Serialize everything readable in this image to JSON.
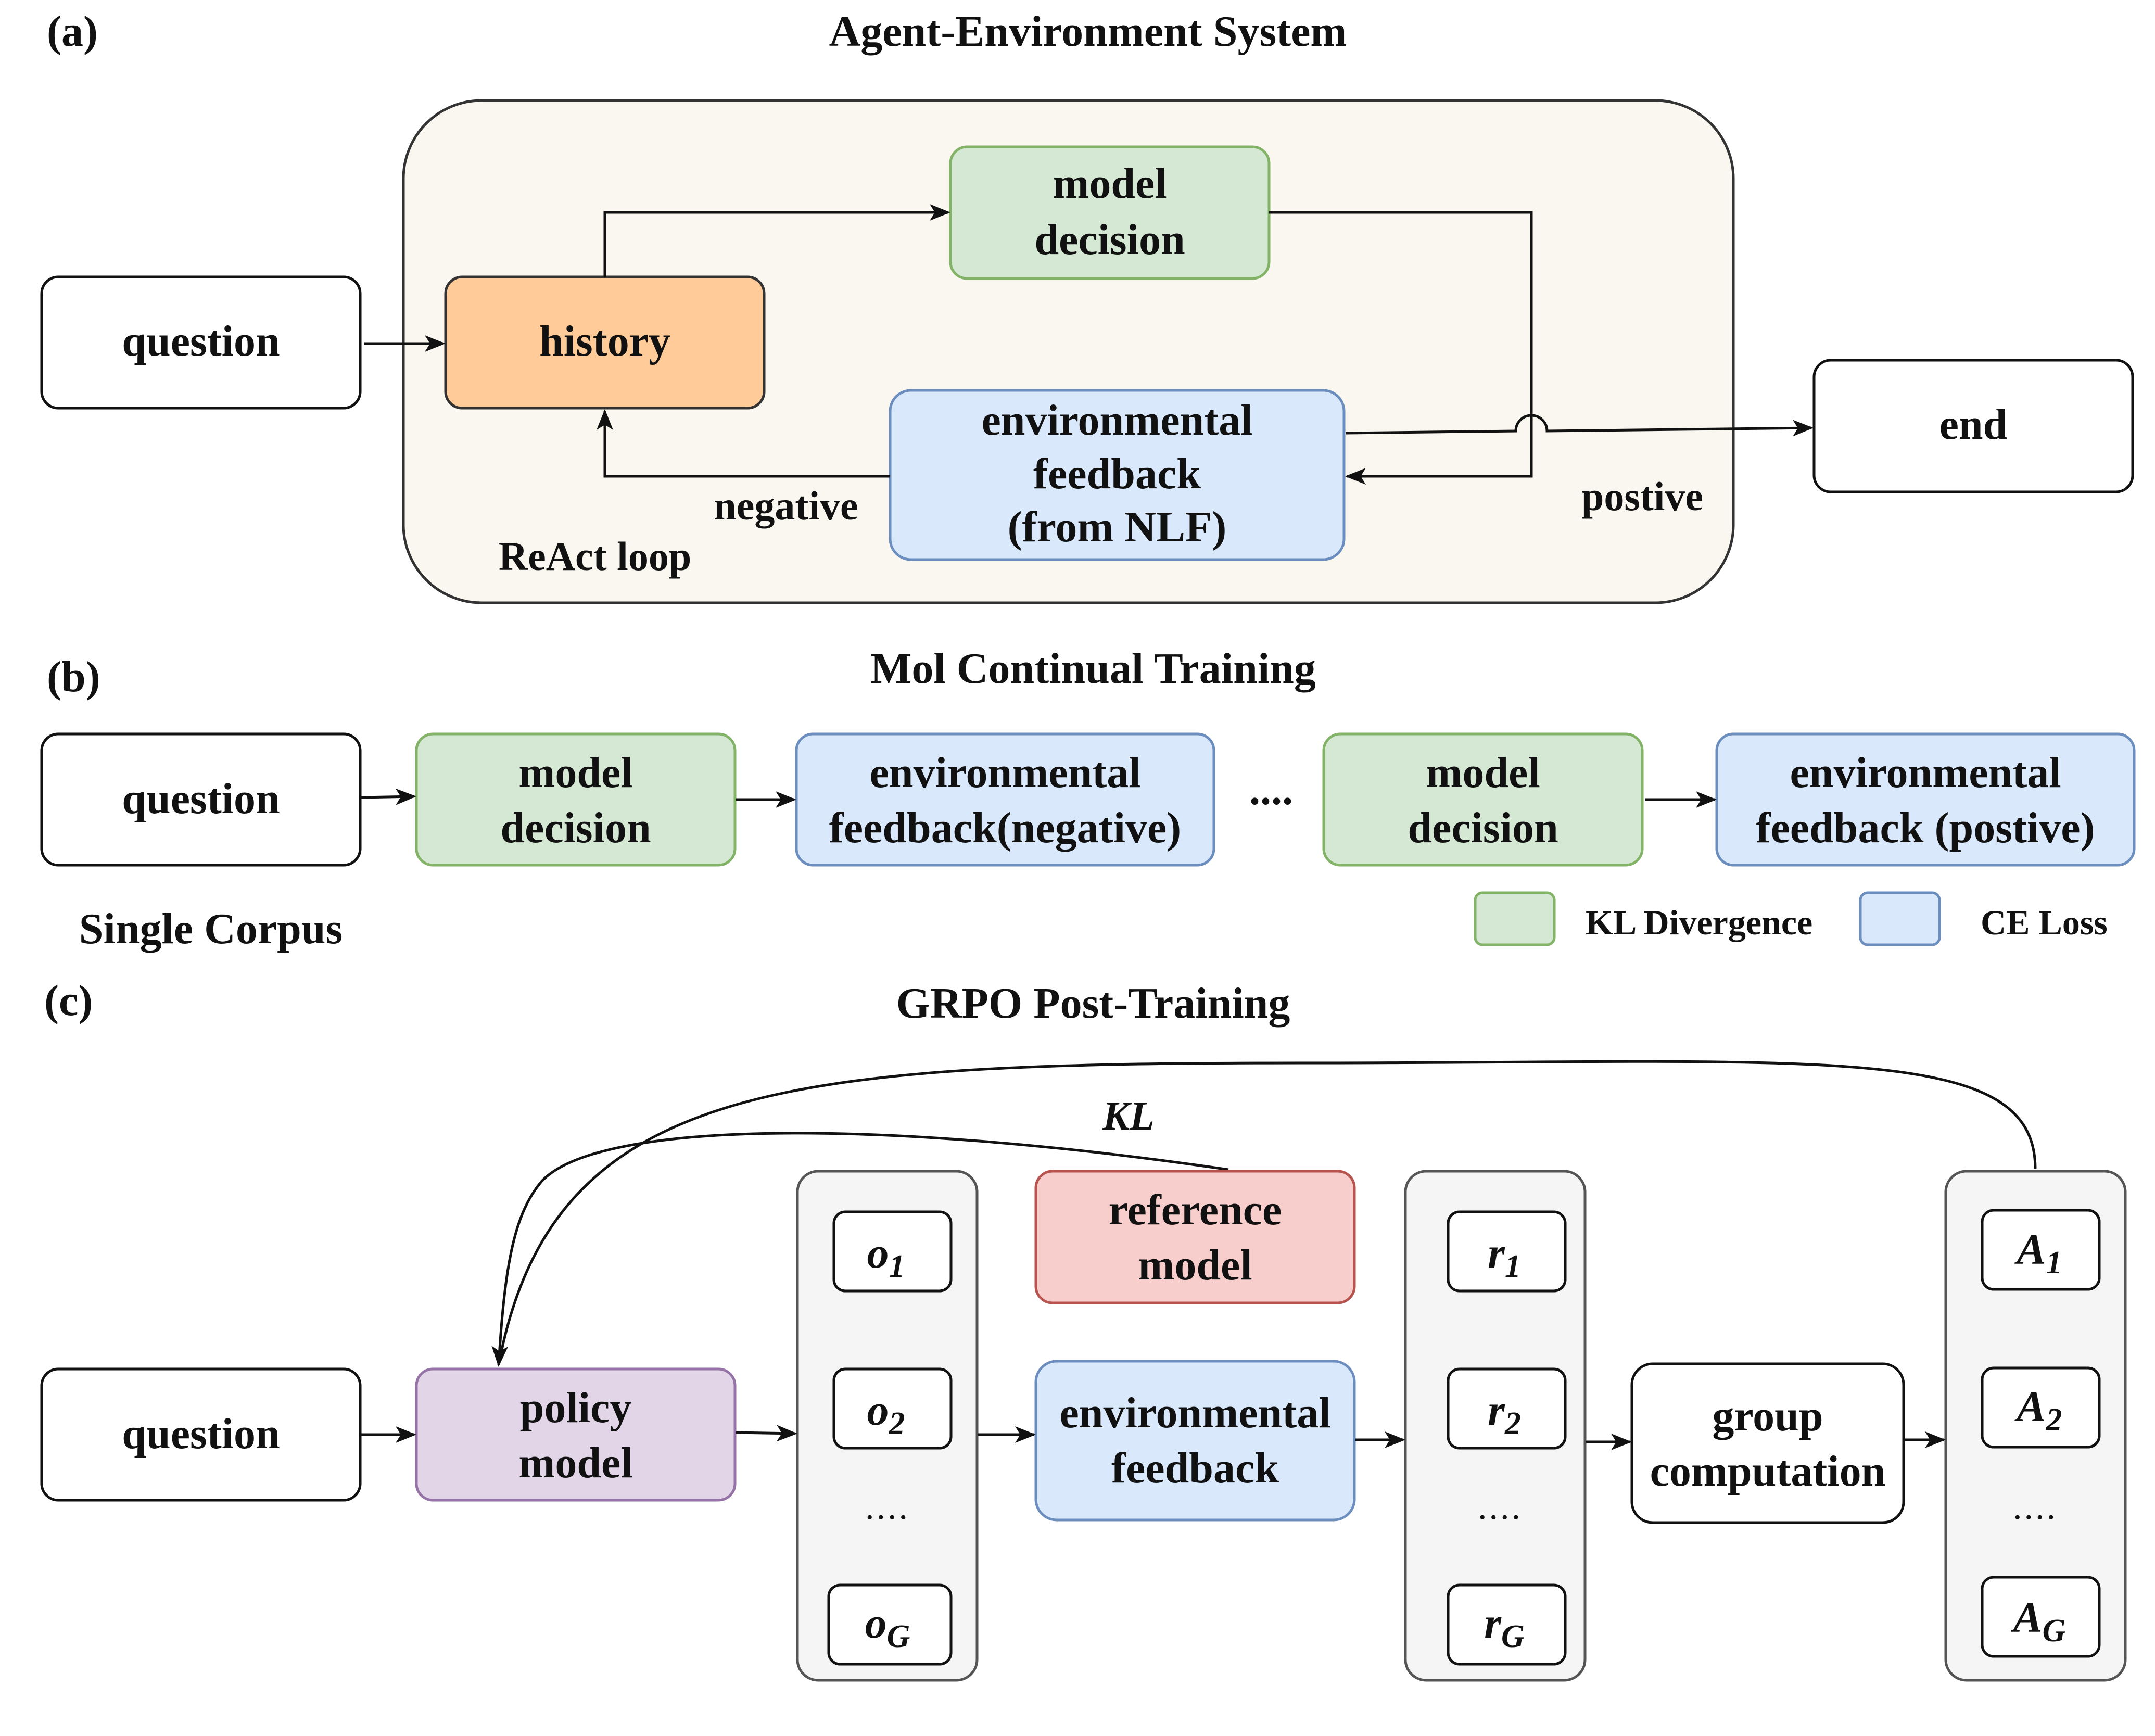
{
  "panel_a": {
    "label": "(a)",
    "title": "Agent-Environment System",
    "question": "question",
    "history": "history",
    "model_decision": [
      "model",
      "decision"
    ],
    "env_feedback": [
      "environmental",
      "feedback",
      "(from NLF)"
    ],
    "end": "end",
    "negative": "negative",
    "positive": "postive",
    "loop_label": "ReAct loop"
  },
  "panel_b": {
    "label": "(b)",
    "title": "Mol Continual Training",
    "question": "question",
    "model_decision_1": [
      "model",
      "decision"
    ],
    "env_feedback_neg": [
      "environmental",
      "feedback(negative)"
    ],
    "ellipsis": "....",
    "model_decision_2": [
      "model",
      "decision"
    ],
    "env_feedback_pos": [
      "environmental",
      "feedback (postive)"
    ],
    "corpus_label": "Single Corpus",
    "legend": [
      {
        "label": "KL Divergence",
        "color": "#d5e8d4"
      },
      {
        "label": "CE Loss",
        "color": "#dae8fc"
      }
    ]
  },
  "panel_c": {
    "label": "(c)",
    "title": "GRPO Post-Training",
    "kl": "KL",
    "question": "question",
    "policy_model": [
      "policy",
      "model"
    ],
    "reference_model": [
      "reference",
      "model"
    ],
    "env_feedback": [
      "environmental",
      "feedback"
    ],
    "group_computation": [
      "group",
      "computation"
    ],
    "ellipsis": "....",
    "outputs": [
      {
        "base": "o",
        "sub": "1"
      },
      {
        "base": "o",
        "sub": "2"
      },
      {
        "base": "o",
        "sub": "G"
      }
    ],
    "rewards": [
      {
        "base": "r",
        "sub": "1"
      },
      {
        "base": "r",
        "sub": "2"
      },
      {
        "base": "r",
        "sub": "G"
      }
    ],
    "advantages": [
      {
        "base": "A",
        "sub": "1"
      },
      {
        "base": "A",
        "sub": "2"
      },
      {
        "base": "A",
        "sub": "G"
      }
    ]
  },
  "colors": {
    "green": "#d5e8d4",
    "green_stroke": "#82b366",
    "blue": "#dae8fc",
    "blue_stroke": "#6c8ebf",
    "orange": "#ffcc99",
    "red": "#f8cecc",
    "red_stroke": "#b85450",
    "purple": "#e1d5e7",
    "purple_stroke": "#9673a6",
    "panel_bg": "#f9f7ef",
    "gray": "#f5f5f5"
  }
}
